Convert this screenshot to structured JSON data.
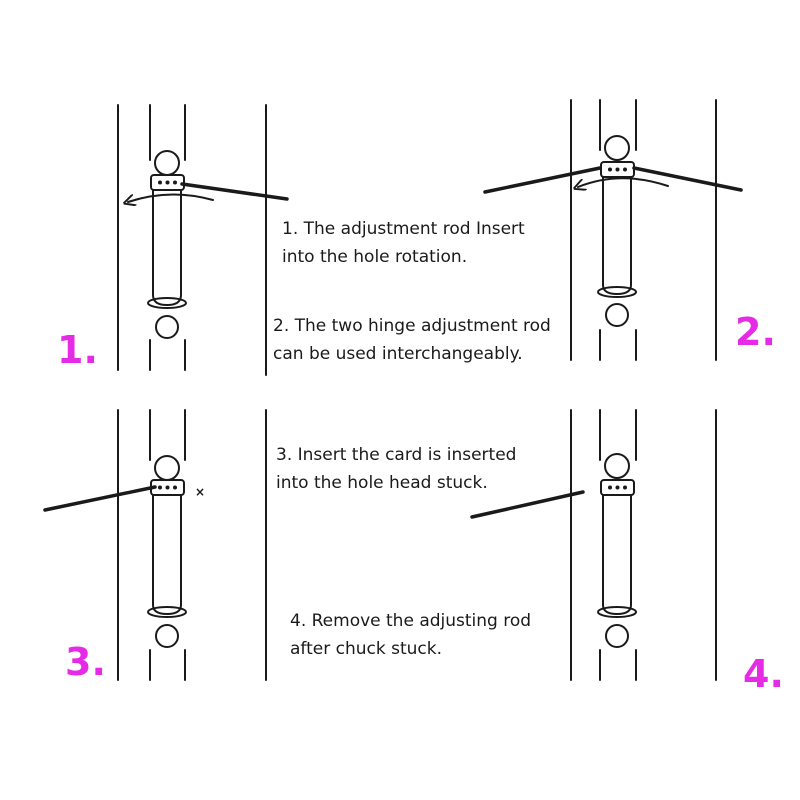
{
  "accent_color": "#e52be5",
  "line_color": "#1a1a1a",
  "step_numbers": [
    "1.",
    "2.",
    "3.",
    "4."
  ],
  "instructions": [
    {
      "line1": "1. The adjustment rod Insert",
      "line2": "into the hole rotation."
    },
    {
      "line1": "2. The two hinge adjustment rod",
      "line2": "can be used interchangeably."
    },
    {
      "line1": "3. Insert the card is inserted",
      "line2": "into the hole head stuck."
    },
    {
      "line1": "4. Remove the adjusting rod",
      "line2": "after chuck stuck."
    }
  ],
  "marker_symbol": "×"
}
